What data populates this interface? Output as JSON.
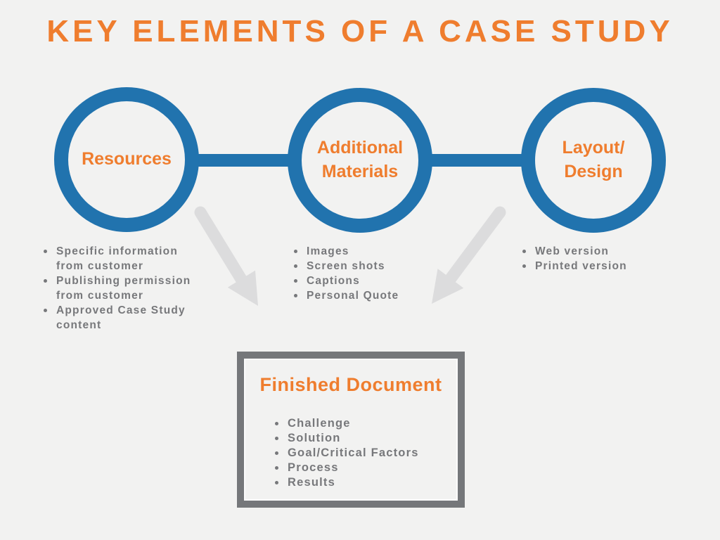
{
  "title": "KEY ELEMENTS OF A CASE STUDY",
  "colors": {
    "orange": "#EF7D2E",
    "blue": "#2173AE",
    "gray_text": "#77787B",
    "frame_gray": "#75777A",
    "arrow_gray": "#DCDCDD",
    "background": "#F2F2F1"
  },
  "nodes": [
    {
      "label_lines": [
        "Resources"
      ],
      "items": [
        "Specific information from customer",
        "Publishing permission from customer",
        "Approved Case Study content"
      ]
    },
    {
      "label_lines": [
        "Additional",
        "Materials"
      ],
      "items": [
        "Images",
        "Screen shots",
        "Captions",
        "Personal Quote"
      ]
    },
    {
      "label_lines": [
        "Layout/",
        "Design"
      ],
      "items": [
        "Web version",
        "Printed version"
      ]
    }
  ],
  "finished_document": {
    "title": "Finished Document",
    "items": [
      "Challenge",
      "Solution",
      "Goal/Critical Factors",
      "Process",
      "Results"
    ]
  }
}
